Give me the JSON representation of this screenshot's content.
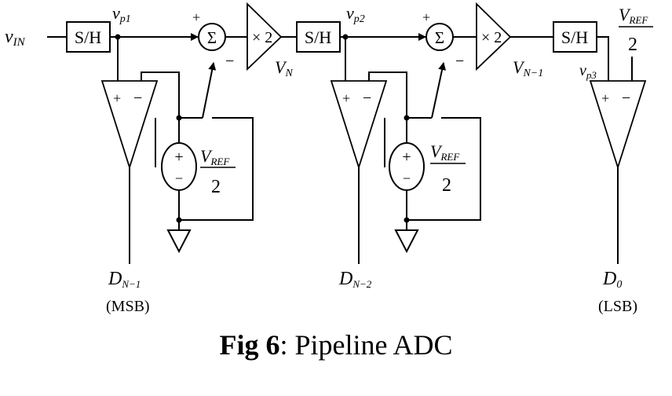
{
  "labels": {
    "vin": "v",
    "vin_sub": "IN",
    "sh": "S/H",
    "vp1": "v",
    "vp1_sub": "p1",
    "vp2": "v",
    "vp2_sub": "p2",
    "vp3": "v",
    "vp3_sub": "p3",
    "plus": "+",
    "minus": "−",
    "sigma": "Σ",
    "gain": "× 2",
    "vn": "V",
    "vn_sub": "N",
    "vn1": "V",
    "vn1_sub": "N−1",
    "vref": "V",
    "vref_sub": "REF",
    "two": "2",
    "dn1": "D",
    "dn1_sub": "N−1",
    "msb": "(MSB)",
    "dn2": "D",
    "dn2_sub": "N−2",
    "d0": "D",
    "d0_sub": "0",
    "lsb": "(LSB)"
  },
  "caption": {
    "bold": "Fig 6",
    "rest": ": Pipeline ADC"
  }
}
